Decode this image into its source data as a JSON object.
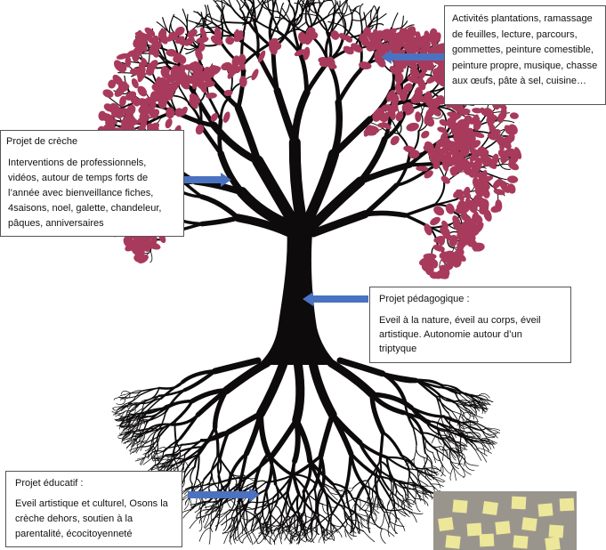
{
  "boxes": {
    "activites": {
      "title": "",
      "text": "Activités plantations, ramassage de feuilles, lecture, parcours, gommettes, peinture comestible, peinture propre, musique, chasse aux œufs, pâte à sel, cuisine…"
    },
    "creche": {
      "title": "Projet de crèche",
      "text": " Interventions de professionnels, vidéos, autour de temps forts de l’année avec bienveillance fiches, 4saisons, noel, galette, chandeleur, pâques, anniversaires"
    },
    "pedagogique": {
      "title": "Projet pédagogique :",
      "text": "Eveil à la nature, éveil au corps, éveil artistique. Autonomie autour d’un triptyque"
    },
    "educatif": {
      "title": "Projet éducatif :",
      "text": "Eveil artistique et culturel, Osons la crèche dehors, soutien à la parentalité, écocitoyenneté"
    }
  },
  "colors": {
    "trunk": "#0d0b0c",
    "leaf": "#a83a5c",
    "arrow": "#4a72c0",
    "box_border": "#555555",
    "note": "#ede79a"
  },
  "icons": [
    "tree-illustration",
    "arrow-right-icon",
    "sticky-notes-photo"
  ]
}
